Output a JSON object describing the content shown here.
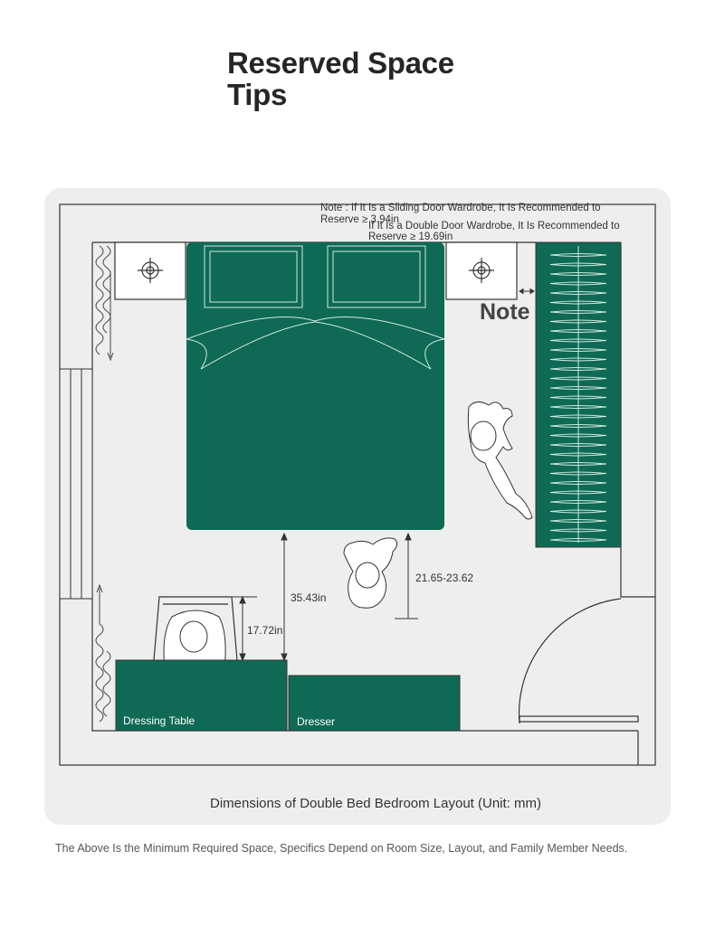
{
  "title": {
    "line1": "Reserved Space",
    "line2": "Tips"
  },
  "notes": {
    "sliding_line1": "Note : If It Is a Sliding Door Wardrobe, It Is Recommended to",
    "sliding_line2": "Reserve ≥ 3.94in",
    "double_line1": "If It Is a Double Door Wardrobe, It Is Recommended to",
    "double_line2": "Reserve ≥ 19.69in",
    "note_word": "Note"
  },
  "dimensions": {
    "bed_to_dresser": "35.43in",
    "bed_to_floor": "21.65-23.62",
    "chair_gap": "17.72in"
  },
  "furniture": {
    "dressing_table": "Dressing Table",
    "dresser": "Dresser"
  },
  "caption": "Dimensions of Double Bed Bedroom Layout (Unit: mm)",
  "footnote": "The Above Is the Minimum Required Space, Specifics Depend on Room Size, Layout, and Family Member Needs.",
  "colors": {
    "furniture_green": "#0e6a54",
    "panel_bg": "#eeeeee",
    "line": "#333333"
  }
}
